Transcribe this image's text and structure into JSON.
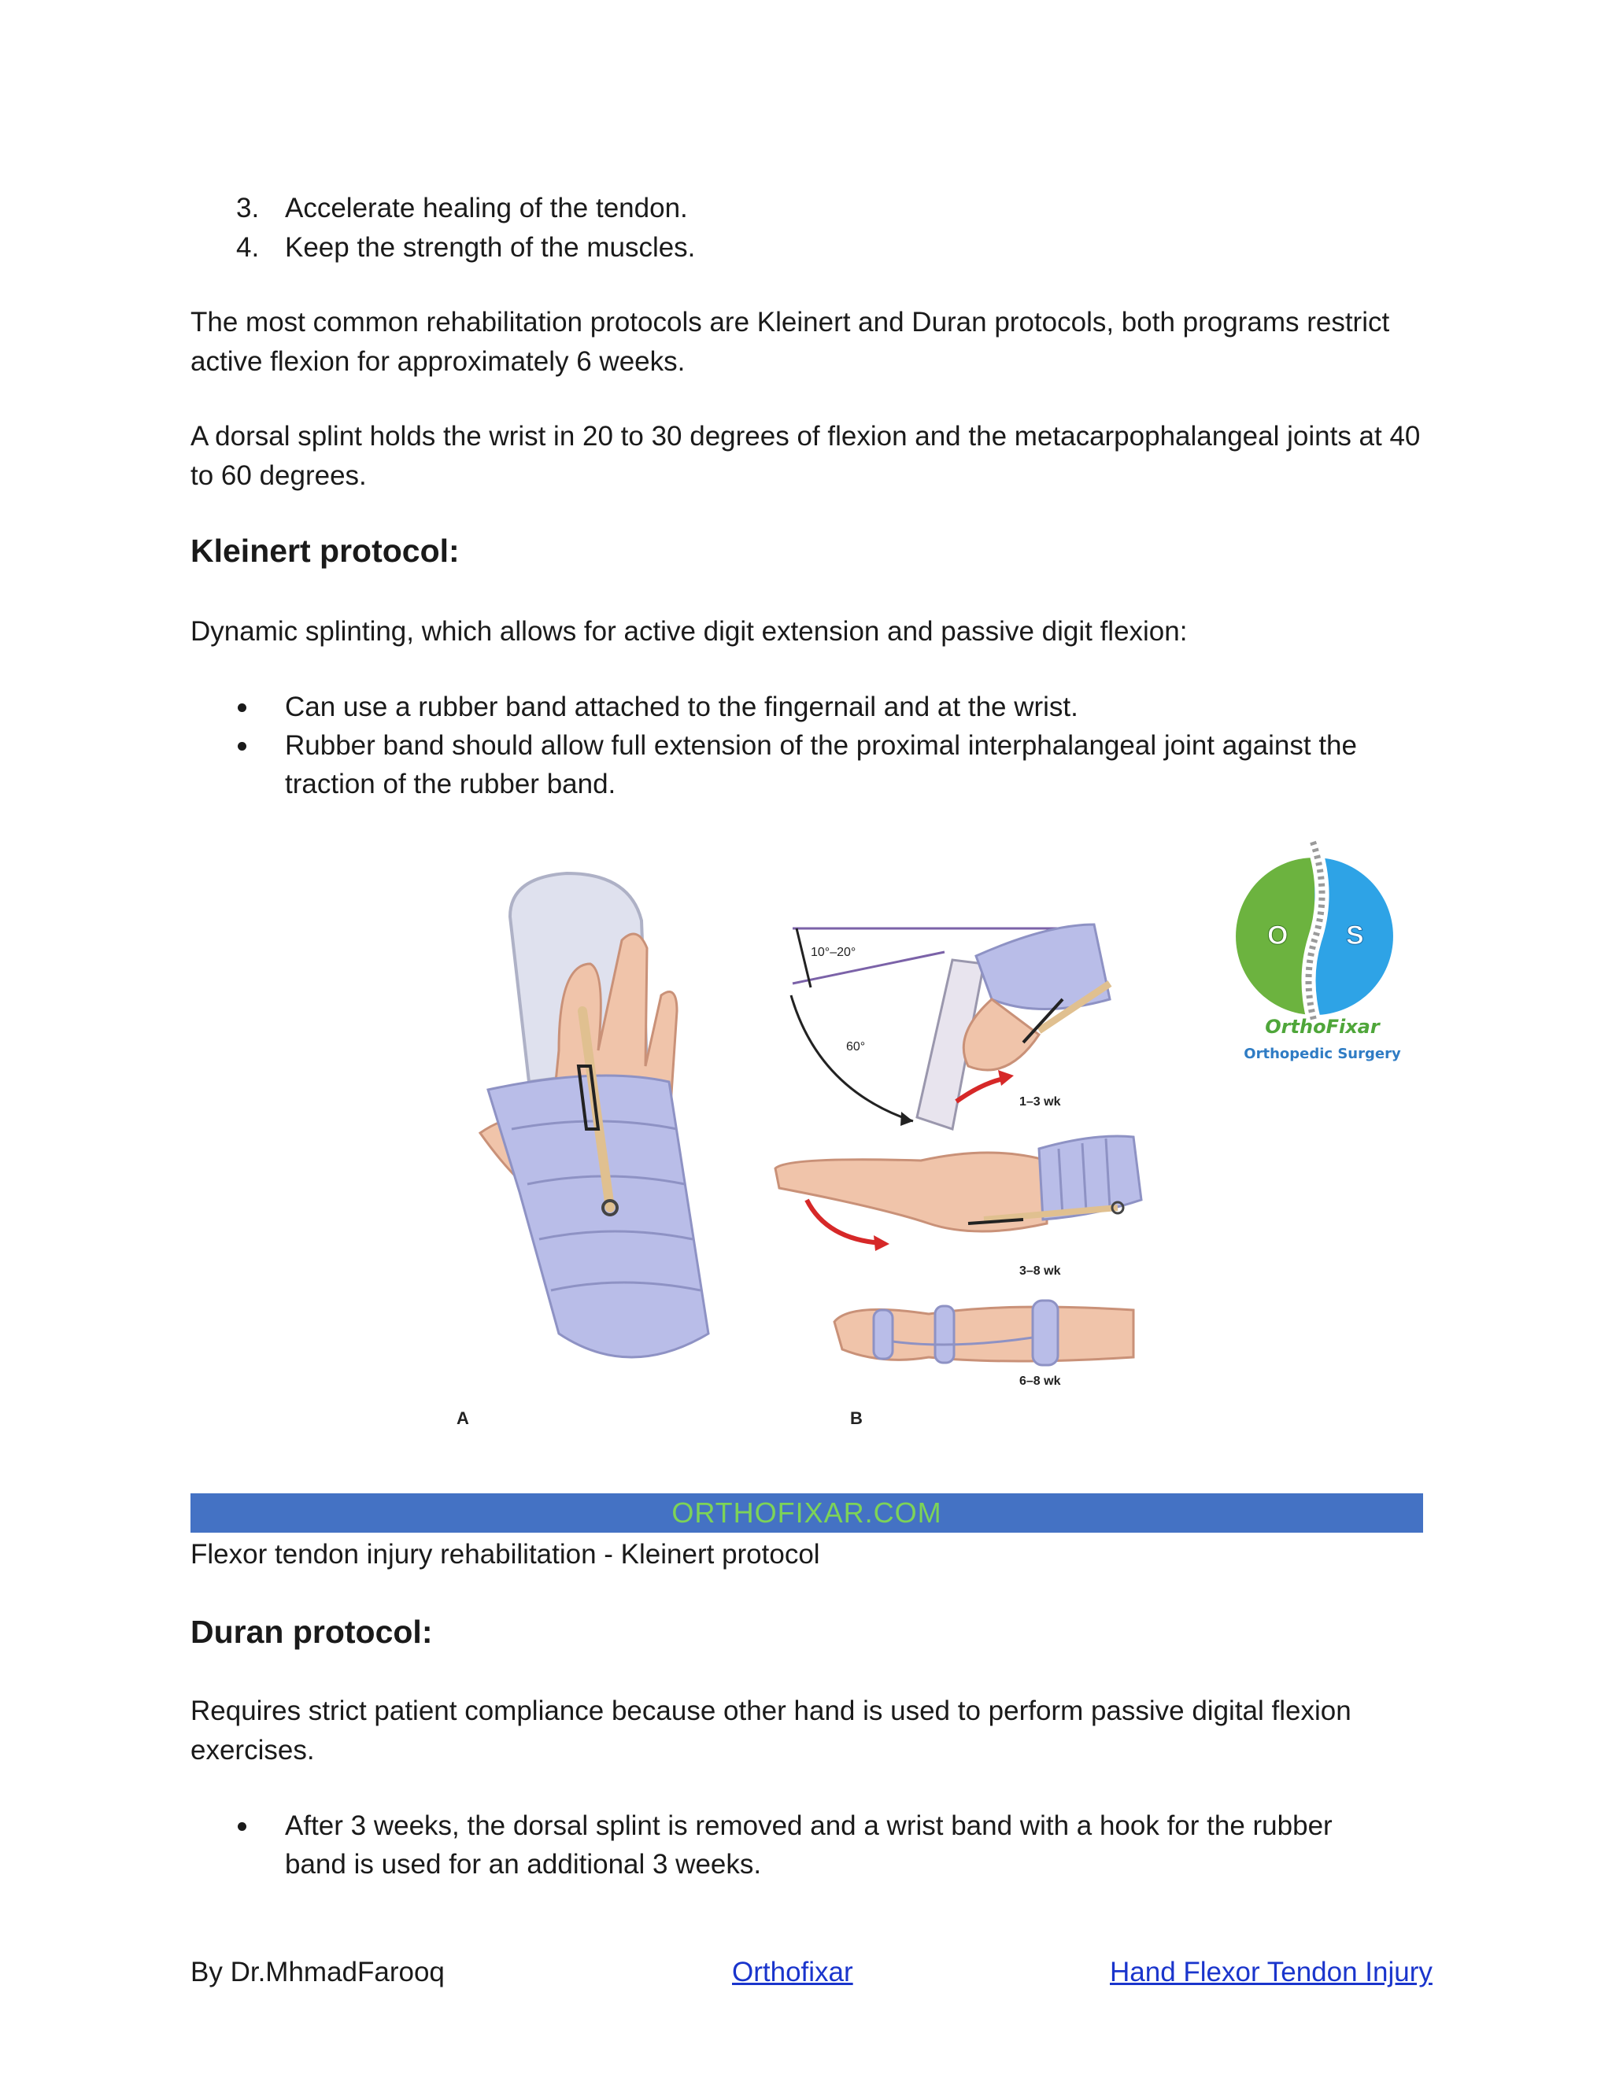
{
  "list_continued": [
    {
      "num": "3.",
      "text": "Accelerate healing of the tendon."
    },
    {
      "num": "4.",
      "text": "Keep the strength of the muscles."
    }
  ],
  "para1": "The most common rehabilitation protocols are Kleinert and Duran protocols, both programs restrict active flexion for approximately 6 weeks.",
  "para2": "A dorsal splint holds the wrist in 20 to 30 degrees of flexion and the metacarpophalangeal joints at 40 to 60 degrees.",
  "kleinert": {
    "heading": "Kleinert protocol:",
    "intro": "Dynamic splinting, which allows for active digit extension and passive digit flexion:",
    "bullets": [
      "Can use a rubber band attached to the fingernail and at the wrist.",
      "Rubber band should allow full extension of the proximal interphalangeal joint against the traction of the rubber band."
    ]
  },
  "figure": {
    "angle_top": "10°–20°",
    "angle_bottom": "60°",
    "stage1": "1–3 wk",
    "stage2": "3–8 wk",
    "stage3": "6–8 wk",
    "panel_a": "A",
    "panel_b": "B",
    "logo_title": "OrthoFixar",
    "logo_subtitle": "Orthopedic Surgery",
    "banner": "ORTHOFIXAR.COM",
    "caption": "Flexor tendon injury rehabilitation - Kleinert protocol"
  },
  "duran": {
    "heading": "Duran protocol:",
    "intro": "Requires strict patient compliance because other hand is used to perform passive digital flexion exercises.",
    "bullets": [
      "After 3 weeks, the dorsal splint is removed and a wrist band with a hook for the rubber band is used for an additional 3 weeks."
    ]
  },
  "footer": {
    "author": "By Dr.MhmadFarooq",
    "link1": "Orthofixar",
    "link2": "Hand Flexor Tendon Injury"
  },
  "colors": {
    "banner_bg": "#4472c4",
    "banner_text": "#7dd357",
    "logo_green": "#6cb33f",
    "logo_blue": "#2ea3e6",
    "splint_lavender": "#b9bde8",
    "skin": "#f0c4aa",
    "arrow_red": "#d62828",
    "link": "#1a35cc"
  }
}
